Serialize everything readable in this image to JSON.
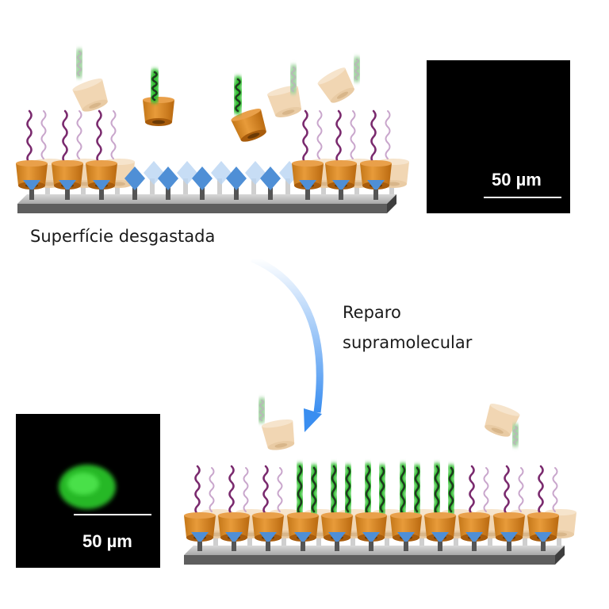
{
  "labels": {
    "worn_surface": "Superfície desgastada",
    "repair_line1": "Reparo",
    "repair_line2": "supramolecular"
  },
  "micrographs": {
    "top": {
      "scale_label": "50 µm"
    },
    "bottom": {
      "scale_label": "50 µm"
    }
  },
  "colors": {
    "cup": "#d9892a",
    "cup_faded": "#f1d6b3",
    "guest": "#4f8fd6",
    "chain": "#7a2a6e",
    "fluor": "#2bbd2b",
    "substrate": "#8a8a8a",
    "arrow": "#3a8ef0"
  }
}
